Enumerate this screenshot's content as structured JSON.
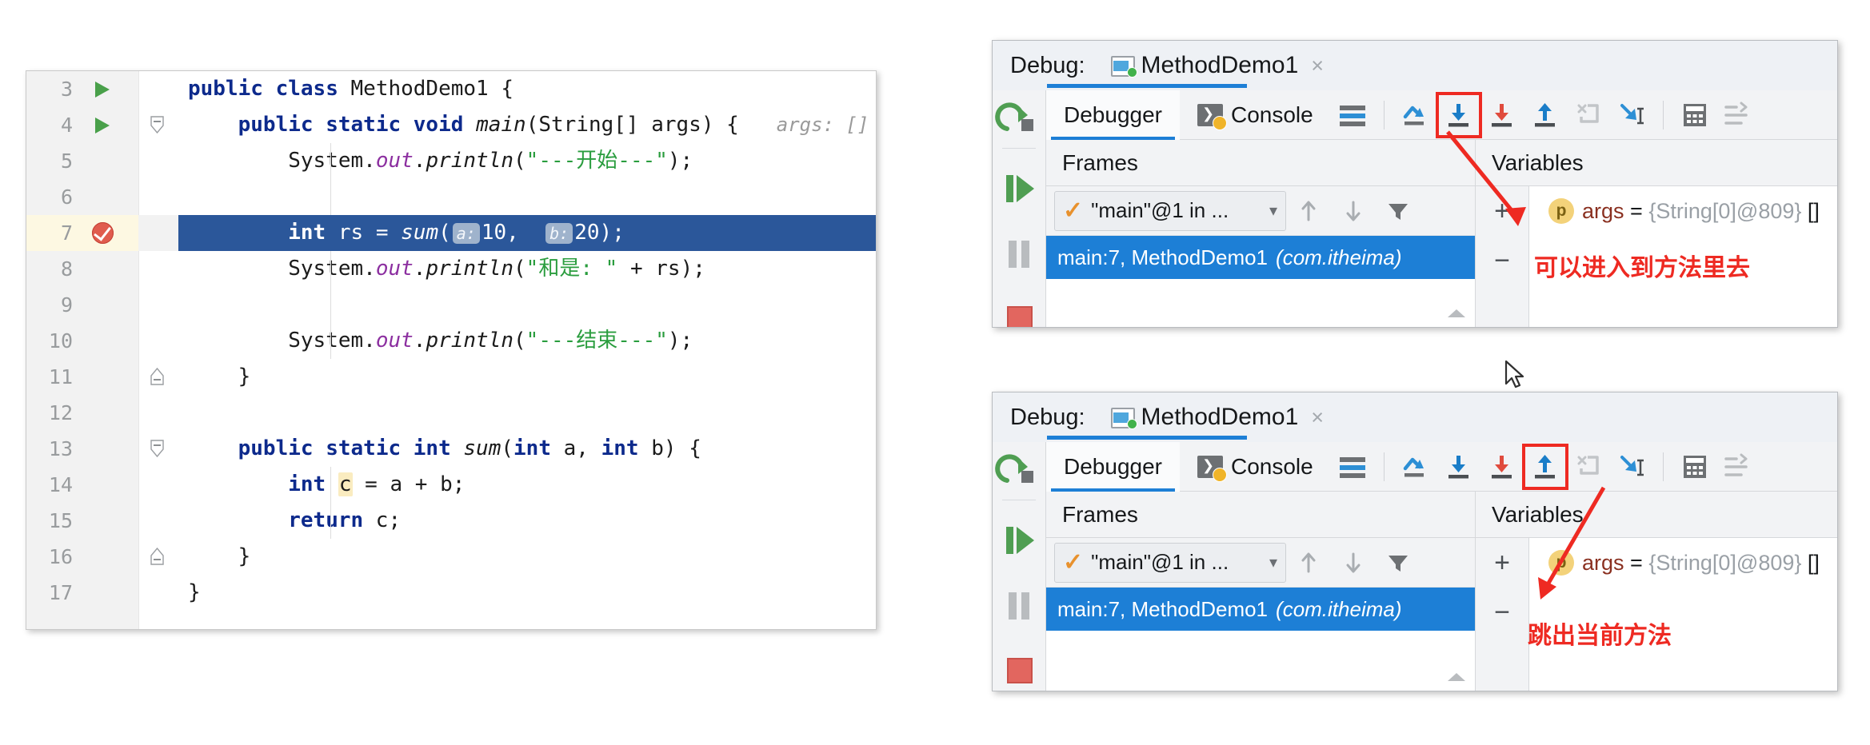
{
  "editor": {
    "name": "code-editor",
    "lines": [
      {
        "num": "3",
        "marker": "run-arrow",
        "fold": "collapse",
        "text": "public class MethodDemo1 {"
      },
      {
        "num": "4",
        "marker": "run-arrow",
        "fold": "collapse",
        "text": "public static void main(String[] args) {",
        "inlay": "args: []"
      },
      {
        "num": "5",
        "marker": "",
        "fold": "",
        "text": "System.out.println(\"---开始---\");"
      },
      {
        "num": "6",
        "marker": "",
        "fold": "",
        "text": ""
      },
      {
        "num": "7",
        "marker": "breakpoint",
        "fold": "",
        "text": "int rs = sum( a: 10,  b: 20);",
        "selected": true
      },
      {
        "num": "8",
        "marker": "",
        "fold": "",
        "text": "System.out.println(\"和是: \" + rs);"
      },
      {
        "num": "9",
        "marker": "",
        "fold": "",
        "text": ""
      },
      {
        "num": "10",
        "marker": "",
        "fold": "",
        "text": "System.out.println(\"---结束---\");"
      },
      {
        "num": "11",
        "marker": "",
        "fold": "expand",
        "text": "}"
      },
      {
        "num": "12",
        "marker": "",
        "fold": "",
        "text": ""
      },
      {
        "num": "13",
        "marker": "",
        "fold": "collapse",
        "text": "public static int sum(int a, int b) {"
      },
      {
        "num": "14",
        "marker": "",
        "fold": "",
        "text": "int c = a + b;"
      },
      {
        "num": "15",
        "marker": "",
        "fold": "",
        "text": "return c;"
      },
      {
        "num": "16",
        "marker": "",
        "fold": "expand",
        "text": "}"
      },
      {
        "num": "17",
        "marker": "",
        "fold": "",
        "text": "}"
      }
    ],
    "param_hint_a": "a:",
    "param_hint_b": "b:",
    "inlay_args": "args: []"
  },
  "panel_top": {
    "name": "debug-panel-step-into",
    "debug_label": "Debug:",
    "run_config": "MethodDemo1",
    "close": "×",
    "tabs": [
      {
        "label": "Debugger",
        "icon": "debugger-icon",
        "active": true
      },
      {
        "label": "Console",
        "icon": "console-icon",
        "active": false
      }
    ],
    "toolbar_icons": [
      "layout-icon",
      "step-over-icon",
      "step-into-icon",
      "force-step-into-icon",
      "step-out-icon",
      "drop-frame-icon",
      "run-to-cursor-icon",
      "evaluate-expression-icon",
      "settings-lines-icon"
    ],
    "highlighted_icon": "step-into-icon",
    "rail_buttons": [
      "rerun-icon",
      "resume-program-icon",
      "pause-program-icon",
      "stop-icon"
    ],
    "frames_header": "Frames",
    "thread": "\"main\"@1 in ...",
    "frame_nav": [
      "arrow-up-icon",
      "arrow-down-icon",
      "filter-icon"
    ],
    "stack_frame": "main:7, MethodDemo1",
    "stack_frame_pkg": "(com.itheima)",
    "vars_header": "Variables",
    "vars_add": "+",
    "vars_remove": "−",
    "var_badge": "p",
    "var_name": "args",
    "var_eq": "=",
    "var_value": "{String[0]@809}",
    "var_array": "[]",
    "annotation": "可以进入到方法里去"
  },
  "panel_bottom": {
    "name": "debug-panel-step-out",
    "debug_label": "Debug:",
    "run_config": "MethodDemo1",
    "close": "×",
    "tabs": [
      {
        "label": "Debugger",
        "icon": "debugger-icon",
        "active": true
      },
      {
        "label": "Console",
        "icon": "console-icon",
        "active": false
      }
    ],
    "toolbar_icons": [
      "layout-icon",
      "step-over-icon",
      "step-into-icon",
      "force-step-into-icon",
      "step-out-icon",
      "drop-frame-icon",
      "run-to-cursor-icon",
      "evaluate-expression-icon",
      "settings-lines-icon"
    ],
    "highlighted_icon": "step-out-icon",
    "rail_buttons": [
      "rerun-icon",
      "resume-program-icon",
      "pause-program-icon",
      "stop-icon"
    ],
    "frames_header": "Frames",
    "thread": "\"main\"@1 in ...",
    "frame_nav": [
      "arrow-up-icon",
      "arrow-down-icon",
      "filter-icon"
    ],
    "stack_frame": "main:7, MethodDemo1",
    "stack_frame_pkg": "(com.itheima)",
    "vars_header": "Variables",
    "vars_add": "+",
    "vars_remove": "−",
    "var_badge": "p",
    "var_name": "args",
    "var_eq": "=",
    "var_value": "{String[0]@809}",
    "var_array": "[]",
    "annotation": "跳出当前方法"
  },
  "colors": {
    "selection_blue": "#2b579a",
    "frame_blue": "#1d7fd6",
    "annotation_red": "#ee2a22",
    "keyword_blue": "#0d2a8c",
    "string_green": "#2a9d3e",
    "field_purple": "#8c2fa0",
    "breakpoint_red": "#e05c4e",
    "run_green": "#49a04a"
  }
}
